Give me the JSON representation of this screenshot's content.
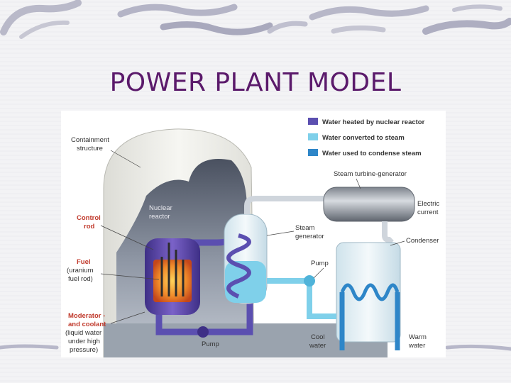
{
  "slide": {
    "title": "POWER PLANT MODEL"
  },
  "diagram": {
    "legend": [
      {
        "label": "Water heated by nuclear reactor",
        "color": "#5b4fb0"
      },
      {
        "label": "Water converted to steam",
        "color": "#7fd0ea"
      },
      {
        "label": "Water used to condense steam",
        "color": "#2e86c8"
      }
    ],
    "labels": {
      "containment_1": "Containment",
      "containment_2": "structure",
      "nuclear_1": "Nuclear",
      "nuclear_2": "reactor",
      "control_1": "Control",
      "control_2": "rod",
      "fuel_1": "Fuel",
      "fuel_2": "(uranium",
      "fuel_3": "fuel rod)",
      "moderator_1": "Moderator -",
      "moderator_2": "and coolant",
      "moderator_3": "(liquid water",
      "moderator_4": "under high",
      "moderator_5": "pressure)",
      "pump_bottom": "Pump",
      "steam_gen_1": "Steam",
      "steam_gen_2": "generator",
      "turbine": "Steam turbine-generator",
      "electric_1": "Electric",
      "electric_2": "current",
      "condenser": "Condenser",
      "pump_right": "Pump",
      "cool_1": "Cool",
      "cool_2": "water",
      "warm_1": "Warm",
      "warm_2": "water"
    },
    "colors": {
      "primary_loop": "#5b4fb0",
      "steam": "#7fd0ea",
      "cooling": "#2e86c8",
      "containment": "#eeeeea",
      "core": "#f08a2a",
      "label_red": "#c0392b"
    }
  }
}
